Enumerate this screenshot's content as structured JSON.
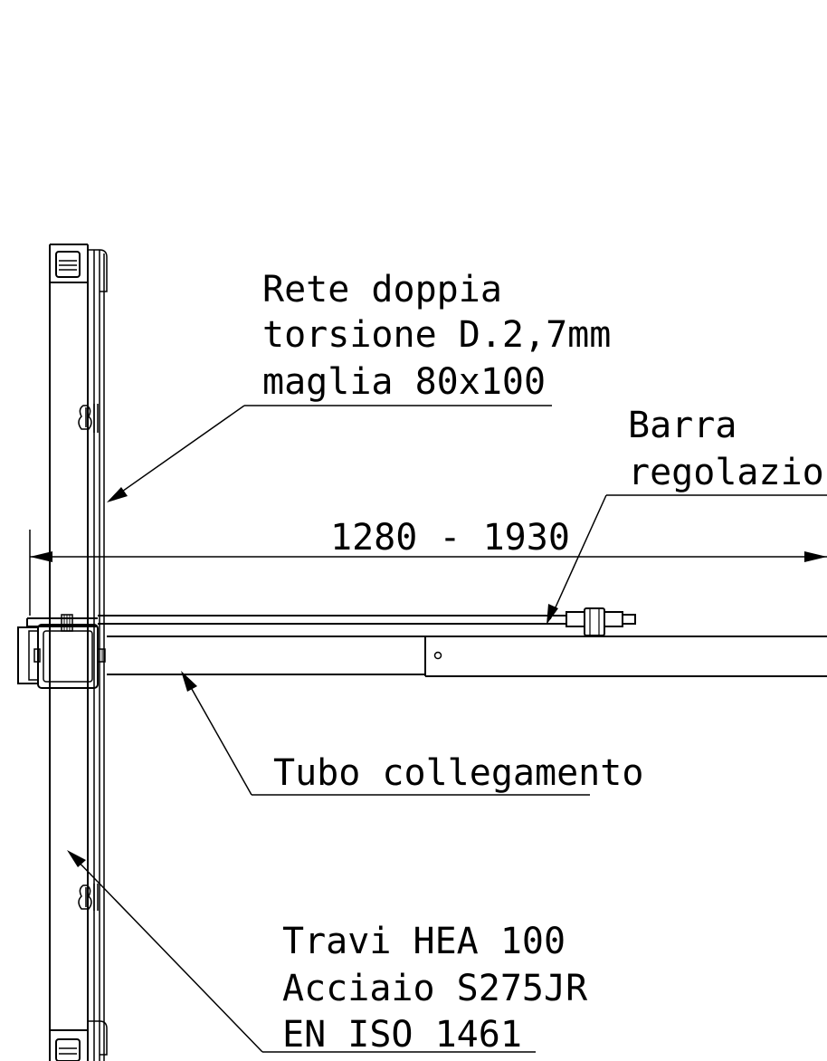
{
  "labels": {
    "rete_line1": "Rete doppia",
    "rete_line2": "torsione D.2,7mm",
    "rete_line3": "maglia 80x100",
    "barra_line1": "Barra",
    "barra_line2": "regolazione",
    "tubo": "Tubo collegamento",
    "travi_line1": "Travi HEA 100",
    "travi_line2": "Acciaio S275JR",
    "travi_line3": "EN ISO 1461"
  },
  "dimension": {
    "text": "1280 - 1930",
    "min_mm": 1280,
    "max_mm": 1930
  }
}
